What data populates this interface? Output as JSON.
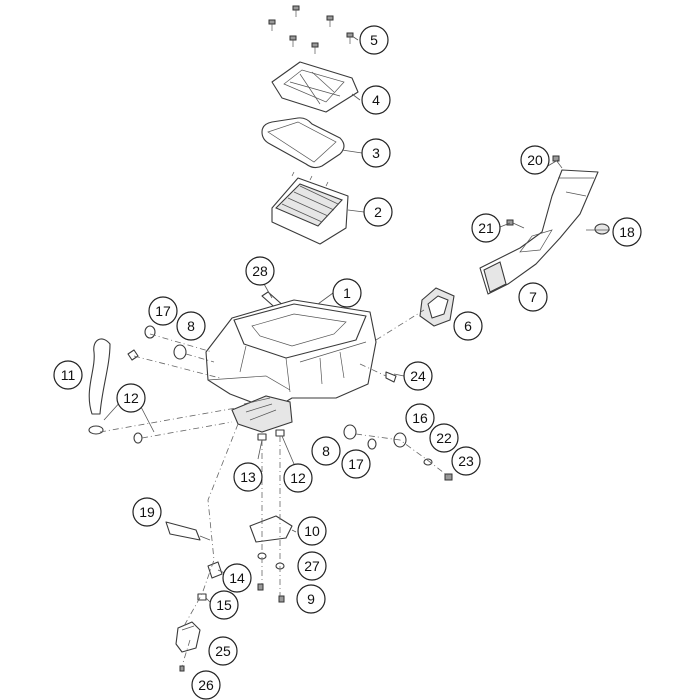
{
  "callouts": {
    "c1": "1",
    "c2": "2",
    "c3": "3",
    "c4": "4",
    "c5": "5",
    "c6": "6",
    "c7": "7",
    "c8a": "8",
    "c8b": "8",
    "c9": "9",
    "c10": "10",
    "c11": "11",
    "c12a": "12",
    "c12b": "12",
    "c13": "13",
    "c14": "14",
    "c15": "15",
    "c16": "16",
    "c17a": "17",
    "c17b": "17",
    "c18": "18",
    "c19": "19",
    "c20": "20",
    "c21": "21",
    "c22": "22",
    "c23": "23",
    "c24": "24",
    "c25": "25",
    "c26": "26",
    "c27": "27",
    "c28": "28"
  }
}
